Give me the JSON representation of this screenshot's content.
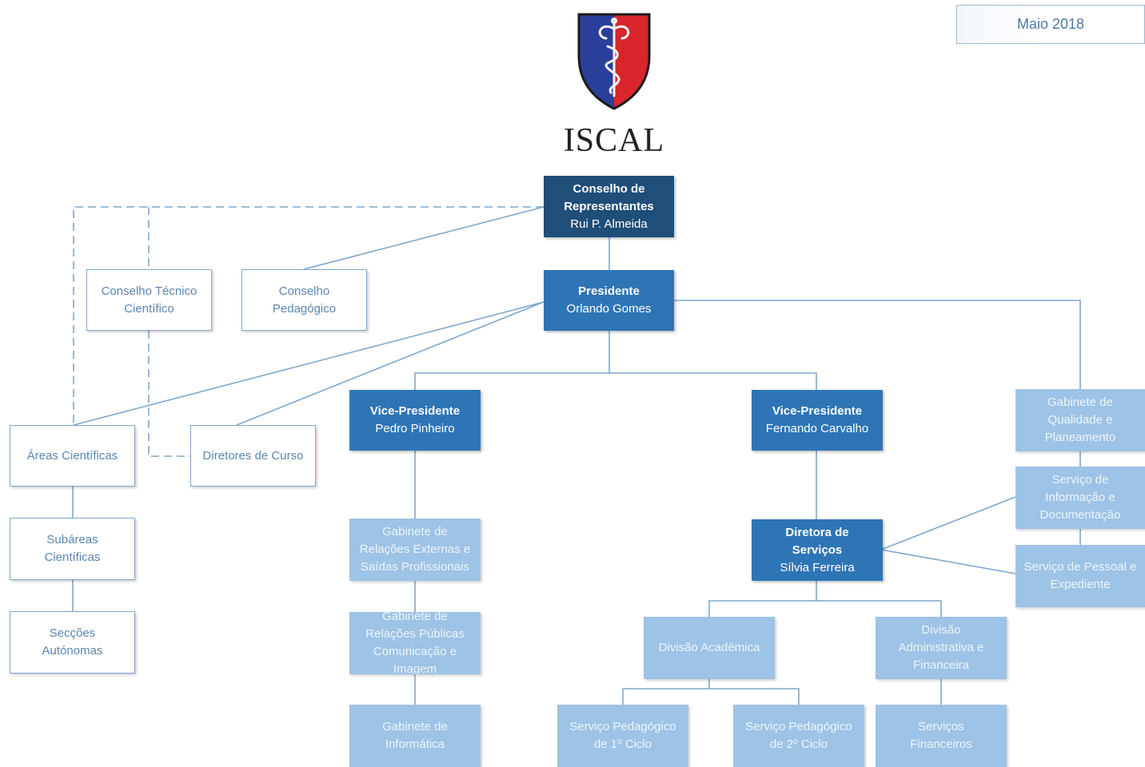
{
  "date_label": "Maio 2018",
  "logo": {
    "text": "ISCAL"
  },
  "colors": {
    "dark": "#1f4e79",
    "mid": "#2e75b6",
    "light": "#9dc3e6",
    "line": "#7fa7cc"
  },
  "nodes": {
    "conselho_representantes": {
      "title": "Conselho de Representantes",
      "title_l1": "Conselho de",
      "title_l2": "Representantes",
      "person": "Rui P. Almeida"
    },
    "presidente": {
      "title": "Presidente",
      "person": "Orlando Gomes"
    },
    "conselho_tecnico": {
      "l1": "Conselho Técnico",
      "l2": "Científico"
    },
    "conselho_pedagogico": {
      "l1": "Conselho",
      "l2": "Pedagógico"
    },
    "areas_cientificas": {
      "l1": "Áreas Científicas"
    },
    "diretores_curso": {
      "l1": "Diretores de Curso"
    },
    "subareas": {
      "l1": "Subáreas",
      "l2": "Científicas"
    },
    "seccoes": {
      "l1": "Secções",
      "l2": "Autónomas"
    },
    "vp1": {
      "title": "Vice-Presidente",
      "person": "Pedro Pinheiro"
    },
    "vp2": {
      "title": "Vice-Presidente",
      "person": "Fernando Carvalho"
    },
    "gab_qualidade": {
      "l1": "Gabinete de",
      "l2": "Qualidade e",
      "l3": "Planeamento"
    },
    "serv_informacao": {
      "l1": "Serviço de",
      "l2": "Informação e",
      "l3": "Documentação"
    },
    "serv_pessoal": {
      "l1": "Serviço de Pessoal e",
      "l2": "Expediente"
    },
    "diretora_servicos": {
      "l1": "Diretora de",
      "l2": "Serviços",
      "person": "Sílvia Ferreira"
    },
    "gab_relacoes_externas": {
      "l1": "Gabinete de",
      "l2": "Relações Externas e",
      "l3": "Saídas Profissionais"
    },
    "gab_relacoes_publicas": {
      "l1": "Gabinete de",
      "l2": "Relações Públicas",
      "l3": "Comunicação e",
      "l4": "Imagem"
    },
    "gab_informatica": {
      "l1": "Gabinete de",
      "l2": "Informática"
    },
    "div_academica": {
      "l1": "Divisão Académica"
    },
    "div_administrativa": {
      "l1": "Divisão",
      "l2": "Administrativa e",
      "l3": "Financeira"
    },
    "serv_ped_1": {
      "l1": "Serviço Pedagógico",
      "l2": "de 1º Ciclo"
    },
    "serv_ped_2": {
      "l1": "Serviço Pedagógico",
      "l2": "de 2º Ciclo"
    },
    "serv_financeiros": {
      "l1": "Serviços",
      "l2": "Financeiros"
    }
  }
}
